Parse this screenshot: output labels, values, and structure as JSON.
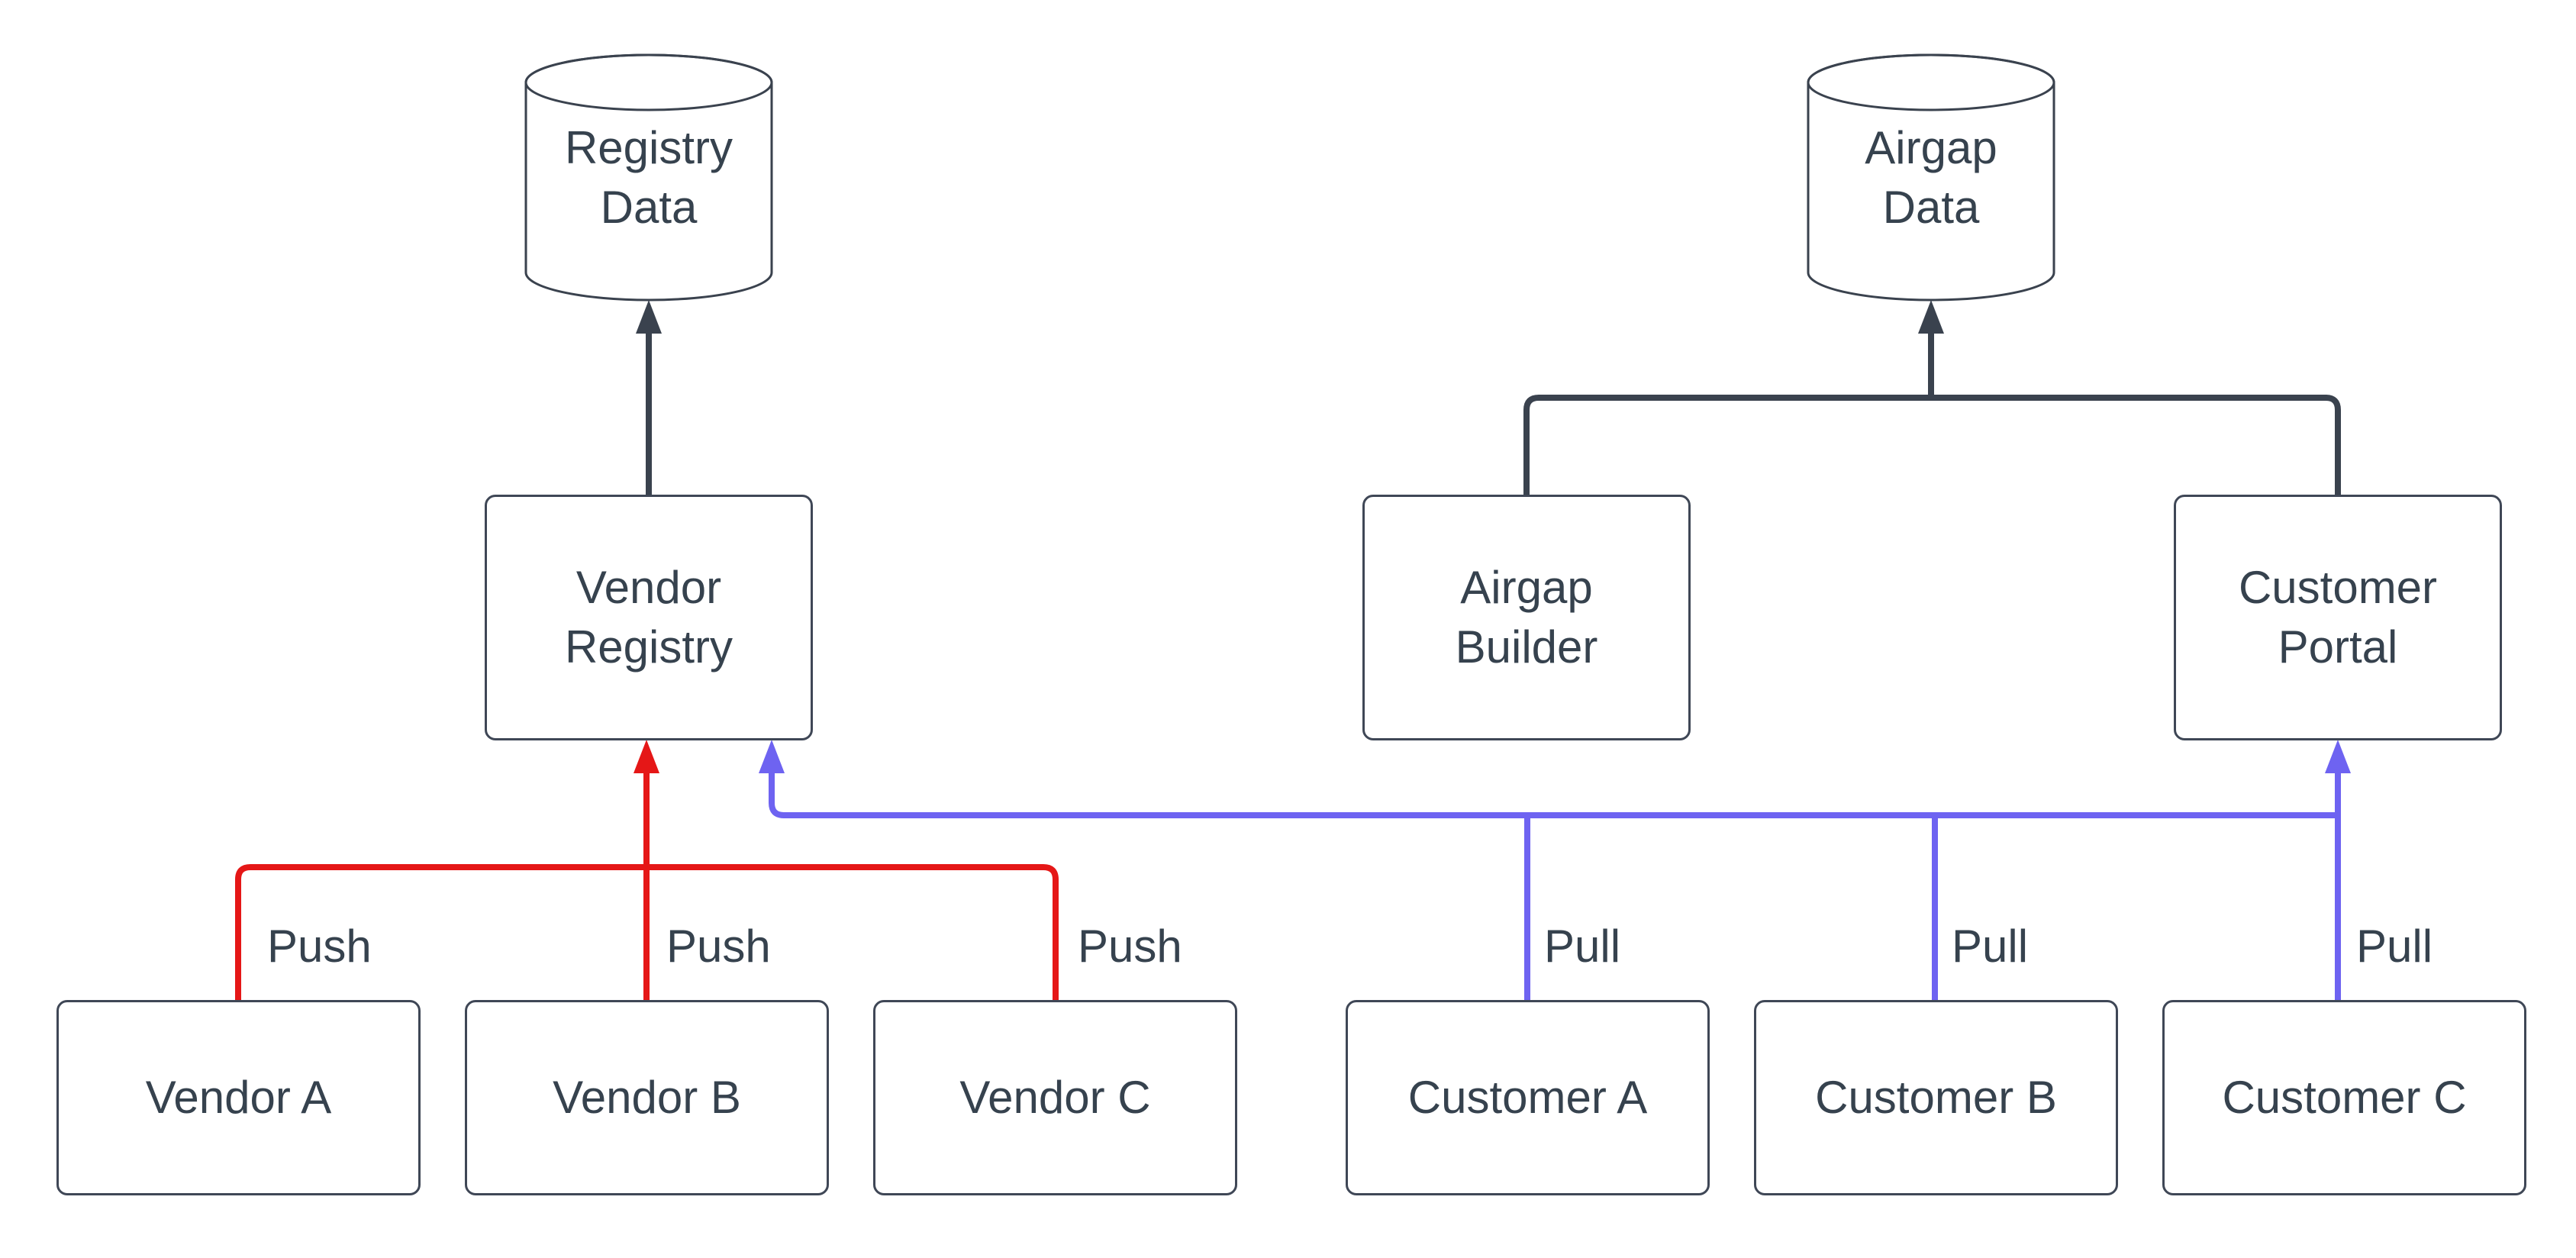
{
  "title": "Vendor registry push / customer pull architecture diagram",
  "colors": {
    "background": "#ffffff",
    "stroke_dark": "#3a424e",
    "node_border": "#3f4756",
    "text": "#36424e",
    "push_red": "#e51717",
    "pull_blue": "#6e63f1"
  },
  "nodes": {
    "registry_data": {
      "shape": "cylinder",
      "lines": [
        "Registry",
        "Data"
      ]
    },
    "airgap_data": {
      "shape": "cylinder",
      "lines": [
        "Airgap",
        "Data"
      ]
    },
    "vendor_registry": {
      "shape": "rectangle",
      "lines": [
        "Vendor",
        "Registry"
      ]
    },
    "airgap_builder": {
      "shape": "rectangle",
      "lines": [
        "Airgap",
        "Builder"
      ]
    },
    "customer_portal": {
      "shape": "rectangle",
      "lines": [
        "Customer",
        "Portal"
      ]
    },
    "vendor_a": {
      "shape": "rectangle",
      "label": "Vendor A"
    },
    "vendor_b": {
      "shape": "rectangle",
      "label": "Vendor B"
    },
    "vendor_c": {
      "shape": "rectangle",
      "label": "Vendor C"
    },
    "customer_a": {
      "shape": "rectangle",
      "label": "Customer A"
    },
    "customer_b": {
      "shape": "rectangle",
      "label": "Customer B"
    },
    "customer_c": {
      "shape": "rectangle",
      "label": "Customer C"
    }
  },
  "edge_labels": {
    "push_a": "Push",
    "push_b": "Push",
    "push_c": "Push",
    "pull_a": "Pull",
    "pull_b": "Pull",
    "pull_c": "Pull"
  },
  "edges": [
    {
      "from": "Vendor Registry",
      "to": "Registry Data",
      "color": "dark",
      "arrow": "into Registry Data"
    },
    {
      "from": "Airgap Builder",
      "to": "Airgap Data",
      "color": "dark",
      "arrow": "into Airgap Data"
    },
    {
      "from": "Customer Portal",
      "to": "Airgap Data",
      "color": "dark",
      "arrow": "into Airgap Data"
    },
    {
      "from": "Vendor A",
      "to": "Vendor Registry",
      "label": "Push",
      "color": "red"
    },
    {
      "from": "Vendor B",
      "to": "Vendor Registry",
      "label": "Push",
      "color": "red"
    },
    {
      "from": "Vendor C",
      "to": "Vendor Registry",
      "label": "Push",
      "color": "red"
    },
    {
      "from": "Customer A",
      "to": "Vendor Registry / Customer Portal",
      "label": "Pull",
      "color": "blue"
    },
    {
      "from": "Customer B",
      "to": "Vendor Registry / Customer Portal",
      "label": "Pull",
      "color": "blue"
    },
    {
      "from": "Customer C",
      "to": "Vendor Registry / Customer Portal",
      "label": "Pull",
      "color": "blue"
    }
  ]
}
